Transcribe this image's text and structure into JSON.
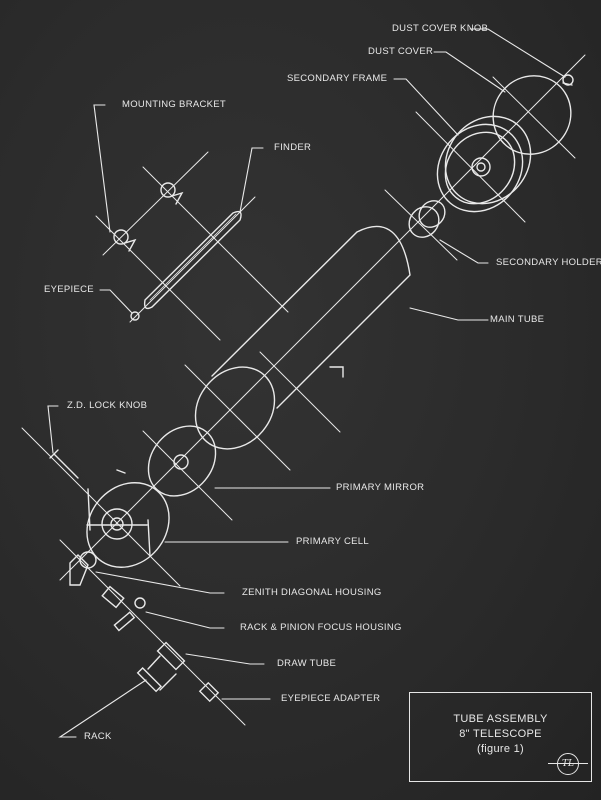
{
  "figure": {
    "title_line1": "TUBE ASSEMBLY",
    "title_line2": "8\" TELESCOPE",
    "title_line3": "(figure 1)",
    "logo_text": "TL"
  },
  "labels": {
    "dust_cover_knob": "DUST COVER KNOB",
    "dust_cover": "DUST COVER",
    "secondary_frame": "SECONDARY FRAME",
    "mounting_bracket": "MOUNTING BRACKET",
    "finder": "FINDER",
    "eyepiece": "EYEPIECE",
    "secondary_holder": "SECONDARY HOLDER",
    "main_tube": "MAIN TUBE",
    "zd_lock_knob": "Z.D. LOCK KNOB",
    "primary_mirror": "PRIMARY MIRROR",
    "primary_cell": "PRIMARY CELL",
    "zenith_diagonal_housing": "ZENITH DIAGONAL HOUSING",
    "rack_pinion_focus_housing": "RACK & PINION FOCUS HOUSING",
    "draw_tube": "DRAW TUBE",
    "eyepiece_adapter": "EYEPIECE ADAPTER",
    "rack": "RACK"
  }
}
